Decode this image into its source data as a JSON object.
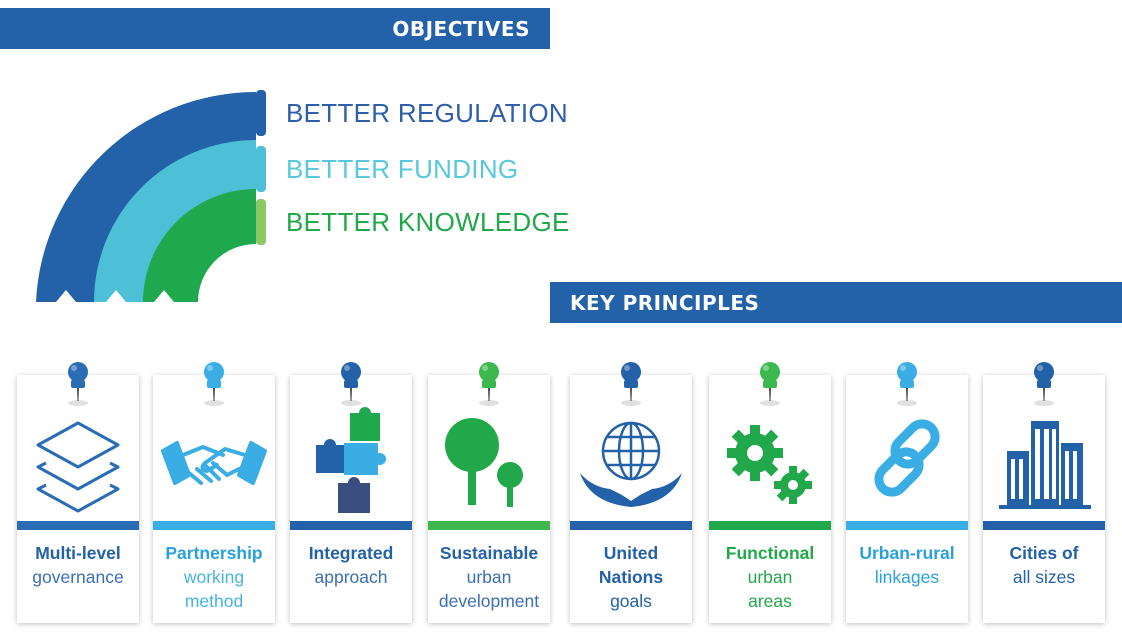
{
  "objectives": {
    "heading": "OBJECTIVES",
    "items": [
      {
        "label": "BETTER REGULATION",
        "color": "#2361a8",
        "bar_color": "#2361a8"
      },
      {
        "label": "BETTER FUNDING",
        "color": "#58c8dc",
        "bar_color": "#4dc0d8"
      },
      {
        "label": "BETTER KNOWLEDGE",
        "color": "#21a84a",
        "bar_color": "#8cc863"
      }
    ],
    "arc_colors": [
      "#2361a8",
      "#4dc0d8",
      "#1fa84e"
    ]
  },
  "principles": {
    "heading": "KEY PRINCIPLES",
    "cards": [
      {
        "line1": "Multi-level",
        "rest": [
          "governance"
        ],
        "accent": "#2a6db5",
        "pin": "#2a6db5",
        "icon": "layers-icon"
      },
      {
        "line1": "Partnership",
        "rest": [
          "working",
          "method"
        ],
        "accent": "#3aaee4",
        "pin": "#3aaee4",
        "icon": "handshake-icon"
      },
      {
        "line1": "Integrated",
        "rest": [
          "approach"
        ],
        "accent": "#2361a8",
        "pin": "#2361a8",
        "icon": "puzzle-icon"
      },
      {
        "line1": "Sustainable",
        "rest": [
          "urban",
          "development"
        ],
        "accent": "#3cb84e",
        "pin": "#3cb84e",
        "icon": "tree-icon"
      },
      {
        "line1": "United",
        "line2": "Nations",
        "rest": [
          "goals"
        ],
        "accent": "#2361a8",
        "pin": "#2361a8",
        "icon": "globe-hands-icon"
      },
      {
        "line1": "Functional",
        "rest": [
          "urban",
          "areas"
        ],
        "accent": "#21a84a",
        "pin": "#3cb84e",
        "icon": "gears-icon"
      },
      {
        "line1": "Urban-rural",
        "rest": [
          "linkages"
        ],
        "accent": "#3aaee4",
        "pin": "#3aaee4",
        "icon": "chain-link-icon"
      },
      {
        "line1": "Cities of",
        "rest": [
          "all sizes"
        ],
        "accent": "#2361a8",
        "pin": "#2361a8",
        "icon": "city-buildings-icon"
      }
    ]
  }
}
